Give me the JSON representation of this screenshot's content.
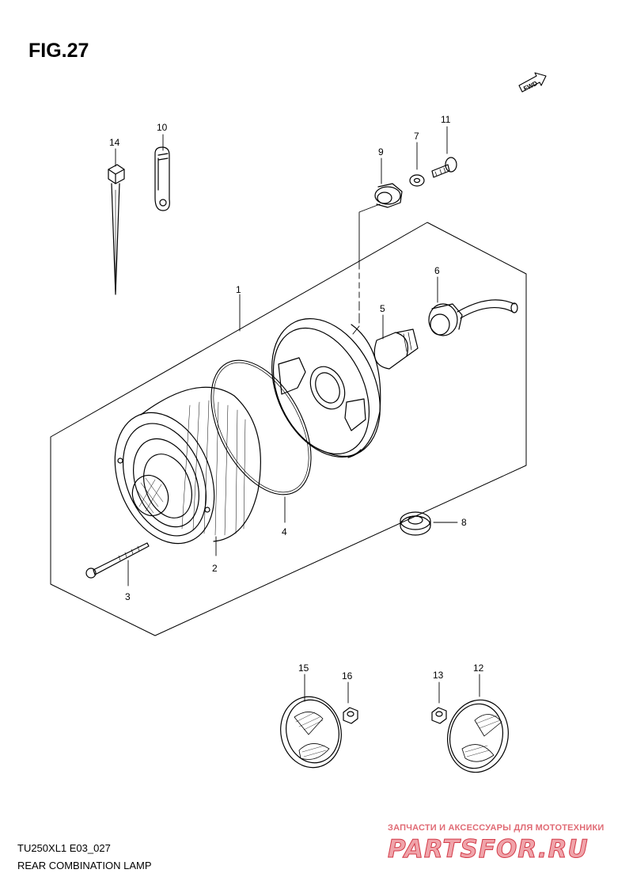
{
  "figure": {
    "title": "FIG.27",
    "fwd_label": "FWD"
  },
  "callouts": {
    "p1": "1",
    "p2": "2",
    "p3": "3",
    "p4": "4",
    "p5": "5",
    "p6": "6",
    "p7": "7",
    "p8": "8",
    "p9": "9",
    "p10": "10",
    "p11": "11",
    "p12": "12",
    "p13": "13",
    "p14": "14",
    "p15": "15",
    "p16": "16"
  },
  "footer": {
    "model_code": "TU250XL1 E03_027",
    "caption": "REAR COMBINATION LAMP"
  },
  "watermark": {
    "tagline": "ЗАПЧАСТИ И АКСЕССУАРЫ ДЛЯ МОТОТЕХНИКИ",
    "logo": "PARTSFOR.RU"
  }
}
